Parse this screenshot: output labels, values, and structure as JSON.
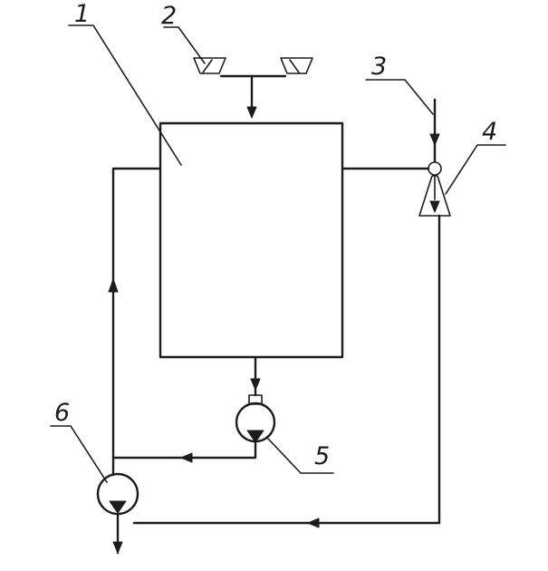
{
  "labels": {
    "tank": "1",
    "feed_hopper": "2",
    "inlet_stream": "3",
    "ejector": "4",
    "pump_5": "5",
    "pump_6": "6"
  },
  "colors": {
    "ink": "#1c1c1c",
    "background": "#ffffff"
  }
}
